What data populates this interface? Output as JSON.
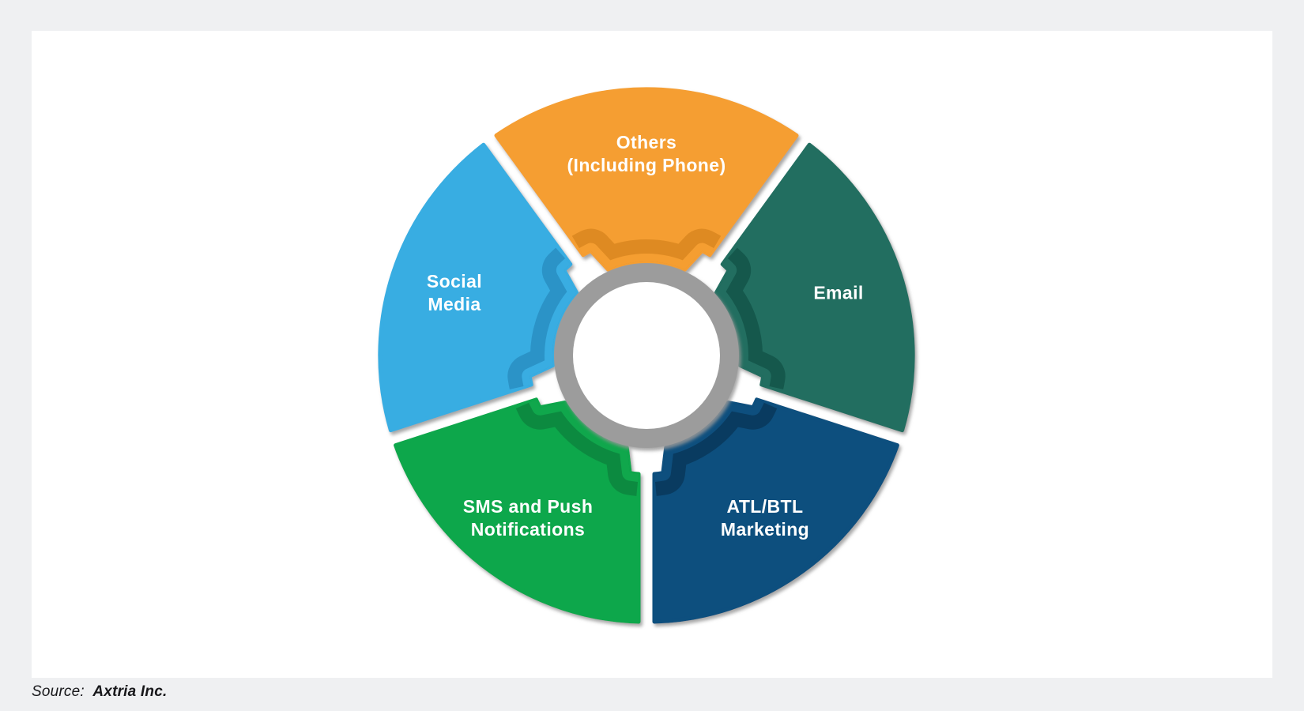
{
  "background_color": "#EFF0F2",
  "card": {
    "background": "#FFFFFF"
  },
  "footer": {
    "source_label": "Source:",
    "source_value": "Axtria Inc."
  },
  "chart_data": {
    "type": "wheel-diagram",
    "title": "",
    "description": "Five-segment circular hub-and-spoke diagram of marketing communication channels around a blank central ring",
    "legend_position": "none",
    "label_color": "#FFFFFF",
    "hub": {
      "ring_color": "#9C9C9C",
      "fill": "#FFFFFF"
    },
    "shadow_color": "#989898",
    "segments": [
      {
        "id": "others",
        "label": "Others\n(Including Phone)",
        "color": "#F59E31",
        "shade": "#DE8A22",
        "mid_angle": -90
      },
      {
        "id": "email",
        "label": "Email",
        "color": "#226E60",
        "shade": "#15584C",
        "mid_angle": -18
      },
      {
        "id": "atl-btl-marketing",
        "label": "ATL/BTL\nMarketing",
        "color": "#0E4F7E",
        "shade": "#093B60",
        "mid_angle": 54
      },
      {
        "id": "sms-and-push-notifications",
        "label": "SMS and Push\nNotifications",
        "color": "#10A74C",
        "shade": "#0C8A40",
        "mid_angle": 126
      },
      {
        "id": "social-media",
        "label": "Social\nMedia",
        "color": "#39ADE2",
        "shade": "#2B93C7",
        "mid_angle": 198
      }
    ]
  }
}
